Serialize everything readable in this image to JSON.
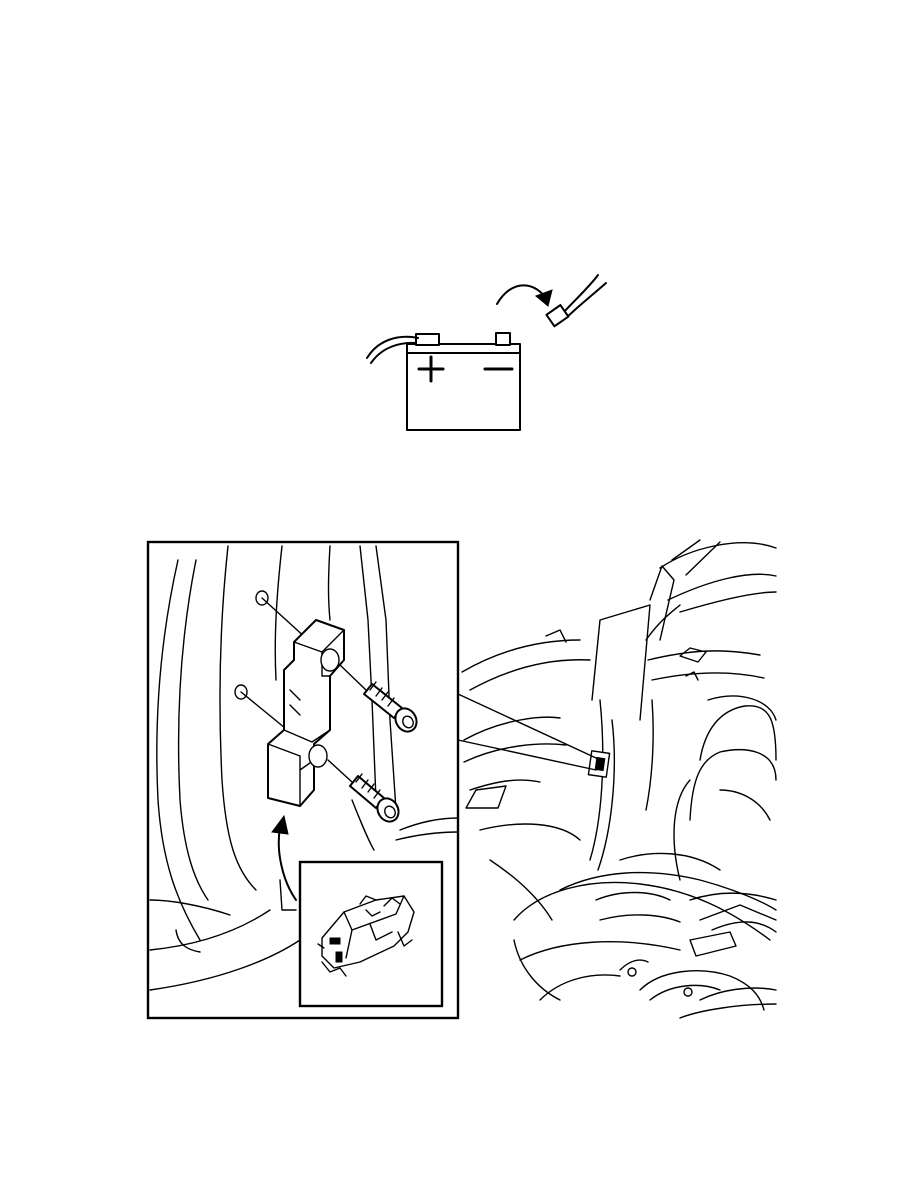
{
  "figure": {
    "battery": {
      "positive_terminal_icon": "plus-sign",
      "negative_terminal_icon": "minus-sign",
      "action_icon": "curved-arrow-disconnect"
    },
    "detail": {
      "callout_icon": "zoom-callout-lines",
      "inset_icon": "connector-closeup",
      "pointer_icon": "curved-arrow-up"
    },
    "colors": {
      "ink": "#000000",
      "paper": "#ffffff"
    }
  }
}
